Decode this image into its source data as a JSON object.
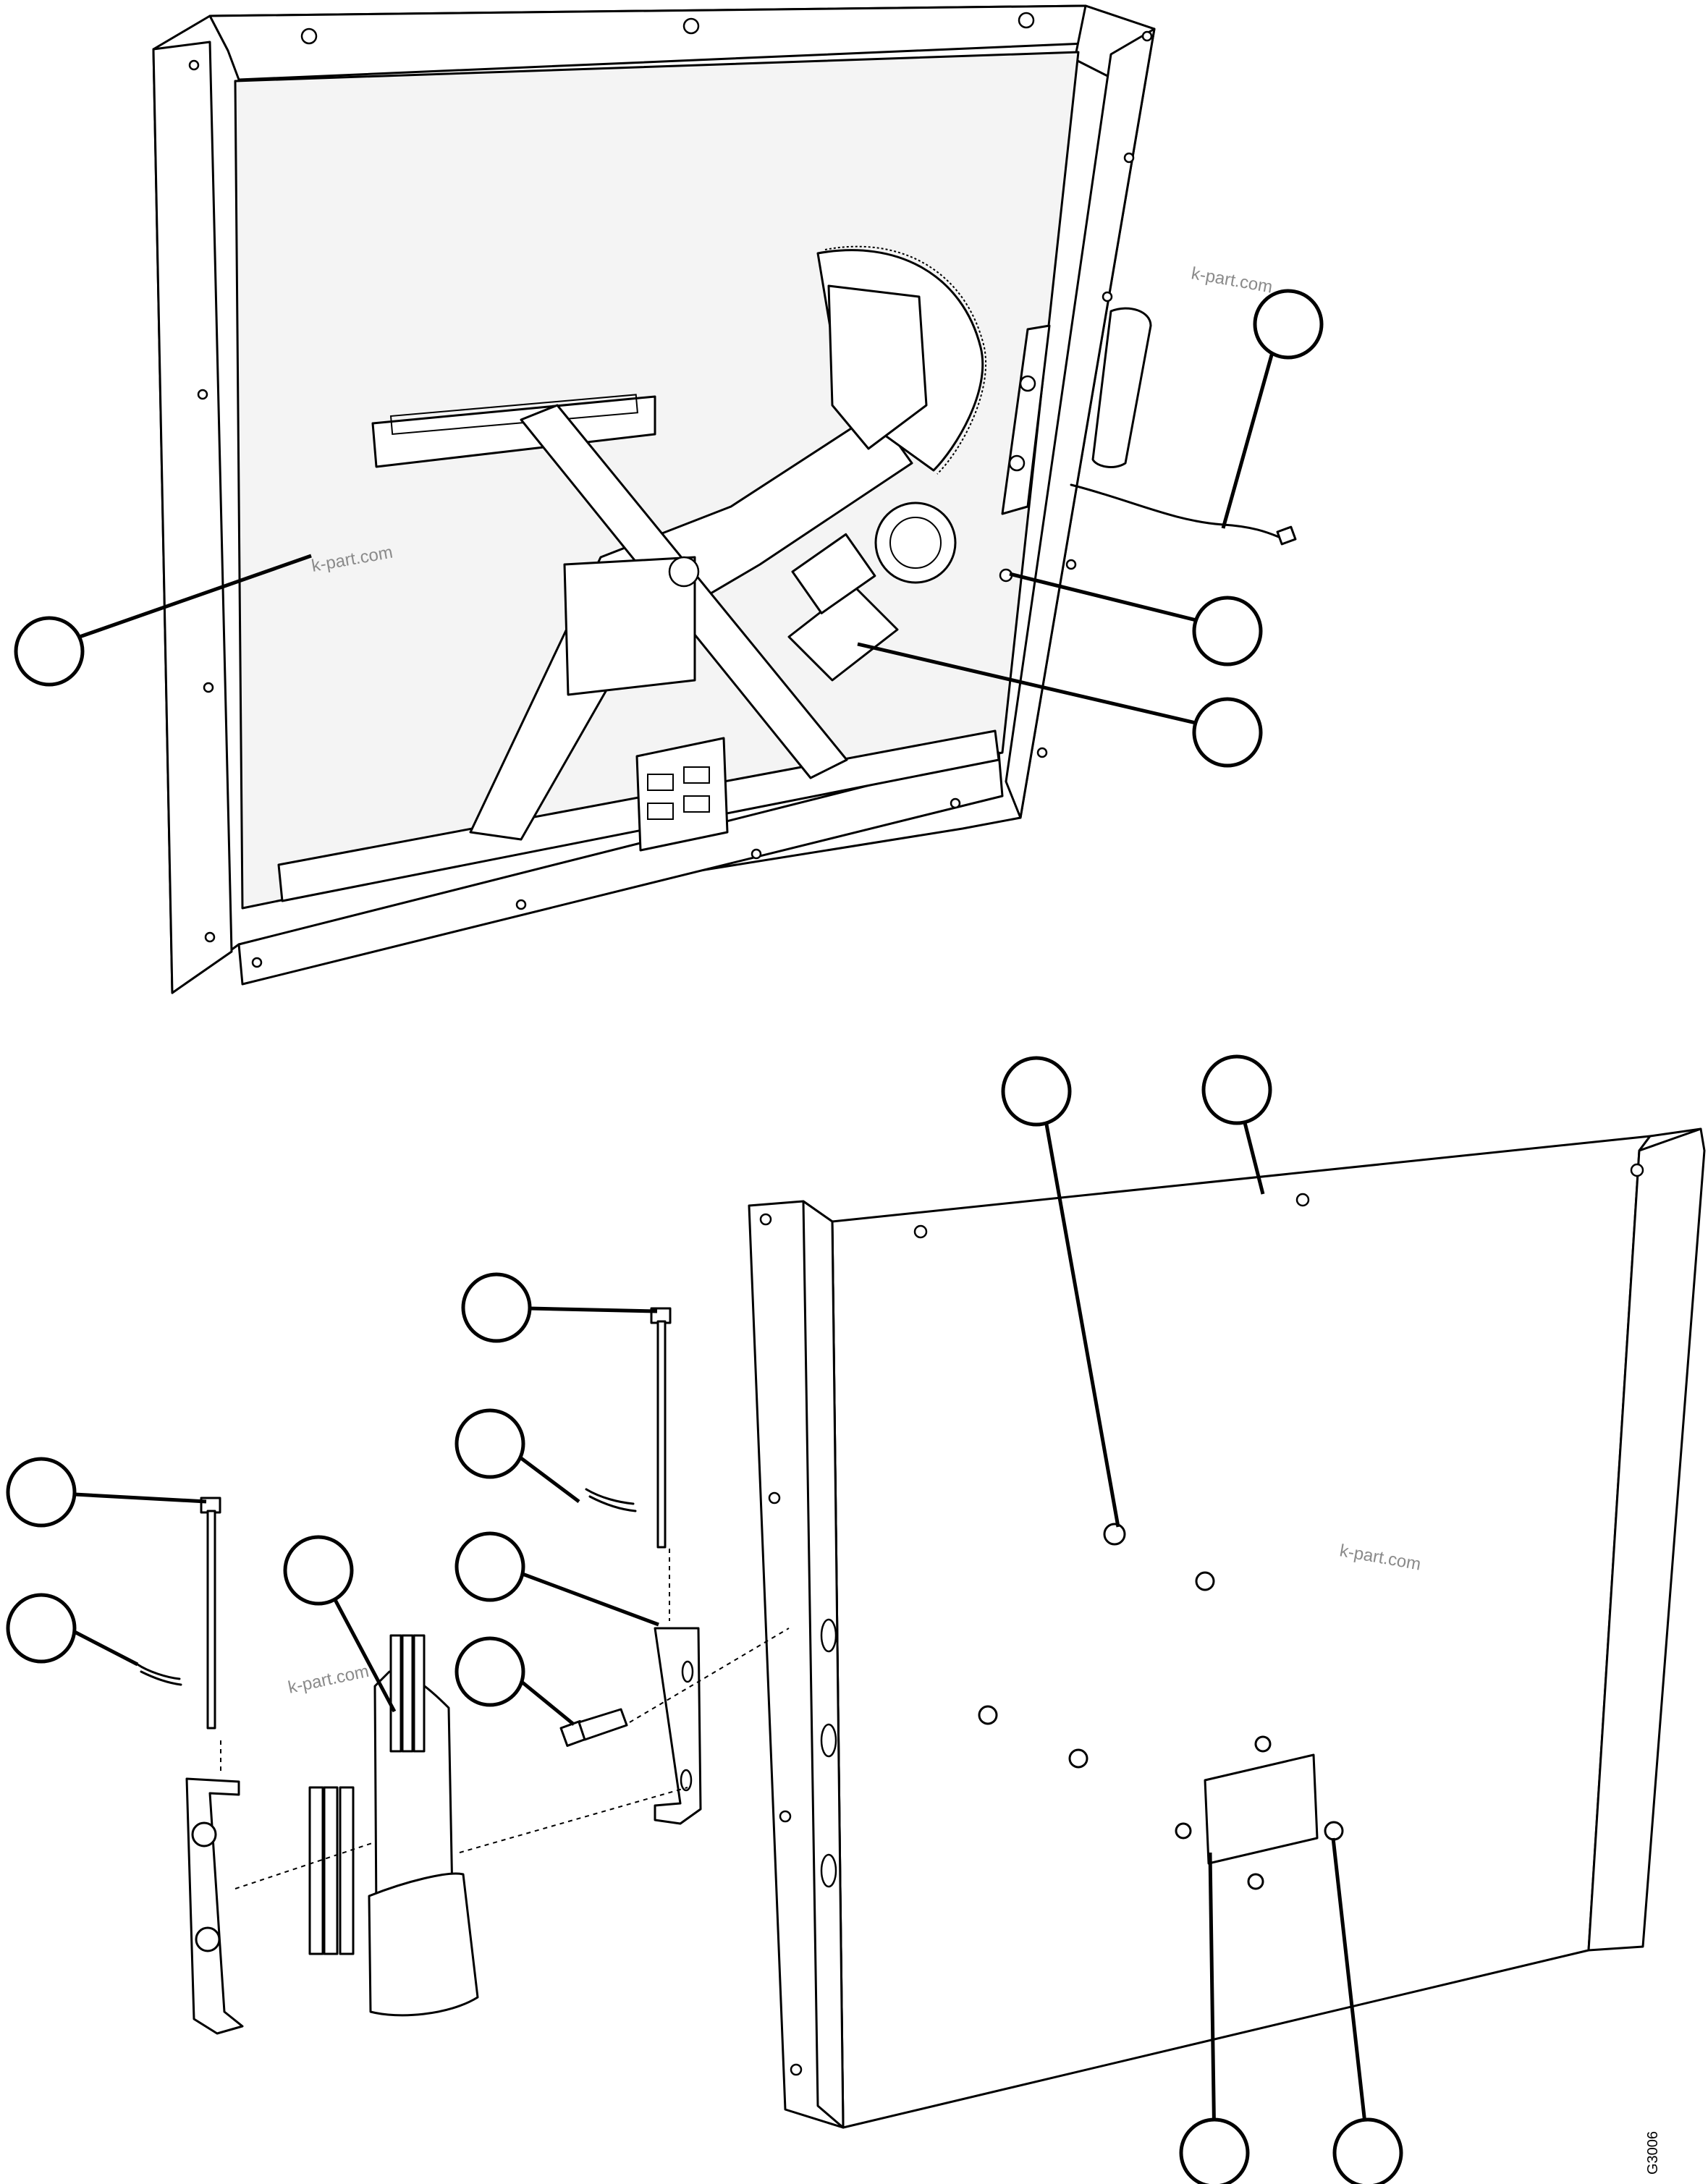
{
  "watermarks": [
    "k-part.com",
    "k-part.com",
    "k-part.com",
    "k-part.com"
  ],
  "drawing_code": "G3006",
  "callouts": [
    {
      "id": "callout-1",
      "label": ""
    },
    {
      "id": "callout-2",
      "label": ""
    },
    {
      "id": "callout-3",
      "label": ""
    },
    {
      "id": "callout-4",
      "label": ""
    },
    {
      "id": "callout-5",
      "label": ""
    },
    {
      "id": "callout-6",
      "label": ""
    },
    {
      "id": "callout-7",
      "label": ""
    },
    {
      "id": "callout-8",
      "label": ""
    },
    {
      "id": "callout-9",
      "label": ""
    },
    {
      "id": "callout-10",
      "label": ""
    },
    {
      "id": "callout-11",
      "label": ""
    },
    {
      "id": "callout-12",
      "label": ""
    },
    {
      "id": "callout-13",
      "label": ""
    },
    {
      "id": "callout-14",
      "label": ""
    },
    {
      "id": "callout-15",
      "label": ""
    },
    {
      "id": "callout-16",
      "label": ""
    }
  ]
}
